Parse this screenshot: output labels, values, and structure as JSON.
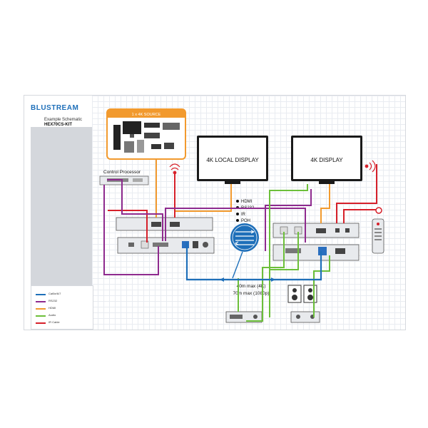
{
  "brand": {
    "logo": "BLUSTREAM"
  },
  "header": {
    "line1": "Example Schematic",
    "line2": "HEX70CS-KIT"
  },
  "source_box": {
    "title": "1 x 4K SOURCE",
    "color": "#f29a2e"
  },
  "displays": {
    "local": "4K LOCAL DISPLAY",
    "remote": "4K DISPLAY"
  },
  "control_processor": {
    "label": "Control Processor"
  },
  "signals": [
    "HDMI",
    "RS232",
    "IR",
    "POH"
  ],
  "distance": {
    "line1": "40m max (4K)",
    "line2": "70m max (1080p)"
  },
  "legend": [
    {
      "label": "Cat5e/6/7",
      "color": "#1e6fb9"
    },
    {
      "label": "RS232",
      "color": "#8e2a8e"
    },
    {
      "label": "HDMI",
      "color": "#f29a2e"
    },
    {
      "label": "Audio",
      "color": "#6cbf3a"
    },
    {
      "label": "IR Cable",
      "color": "#d6202a"
    }
  ],
  "colors": {
    "cat": "#1e6fb9",
    "rs232": "#8e2a8e",
    "hdmi": "#f29a2e",
    "audio": "#6cbf3a",
    "ir": "#d6202a",
    "device": "#e8eaed",
    "screen": "#1a1a1a"
  }
}
